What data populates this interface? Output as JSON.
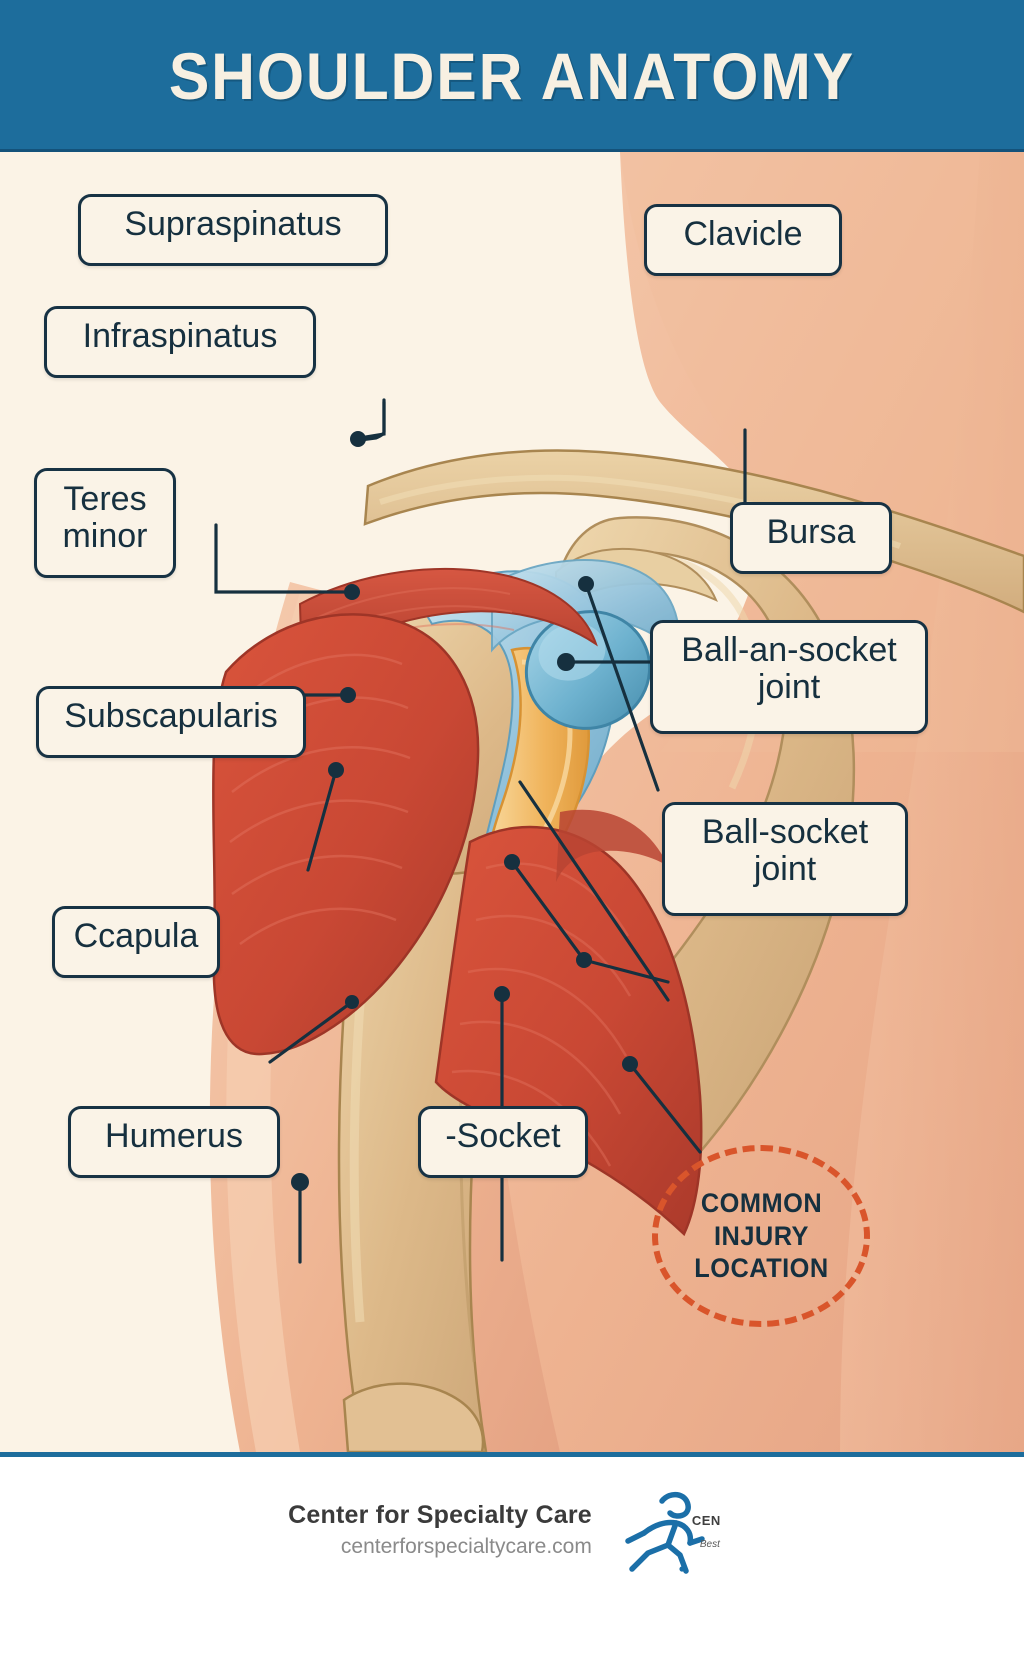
{
  "header": {
    "title": "SHOULDER ANATOMY",
    "banner_color": "#1d6d9c"
  },
  "canvas": {
    "background_color": "#fbf3e6",
    "illustration": "shoulder-joint-cross-section",
    "palette": {
      "muscle": "#c94834",
      "muscle_dark": "#a8392a",
      "bone": "#ddb989",
      "bone_light": "#ead0a6",
      "cartilage": "#8fc0da",
      "capsule": "#f0b45c",
      "skin": "#eeb391",
      "skin_light": "#f3c6aa",
      "outline": "#16303f"
    }
  },
  "labels": [
    {
      "id": "supraspinatus",
      "text": "Supraspinatus"
    },
    {
      "id": "infraspinatus",
      "text": "Infraspinatus"
    },
    {
      "id": "teres-minor",
      "text": "Teres\nminor"
    },
    {
      "id": "subscapularis",
      "text": "Subscapularis"
    },
    {
      "id": "ccapula",
      "text": "Ccapula"
    },
    {
      "id": "humerus",
      "text": "Humerus"
    },
    {
      "id": "socket",
      "text": "-Socket"
    },
    {
      "id": "clavicle",
      "text": "Clavicle"
    },
    {
      "id": "bursa",
      "text": "Bursa"
    },
    {
      "id": "ball-an-socket",
      "text": "Ball-an-socket\njoint"
    },
    {
      "id": "ball-socket",
      "text": "Ball-socket\njoint"
    }
  ],
  "injury_marker": {
    "text": "COMMON\nINJURY\nLOCATION",
    "border_color": "#d9552b",
    "style": "dashed-circle"
  },
  "footer": {
    "brand": "Center for Specialty Care",
    "url": "centerforspecialtycare.com",
    "logo_word": "CEN",
    "logo_sub": "Best",
    "accent_color": "#1d6d9c",
    "logo_color": "#1b6fa8"
  }
}
